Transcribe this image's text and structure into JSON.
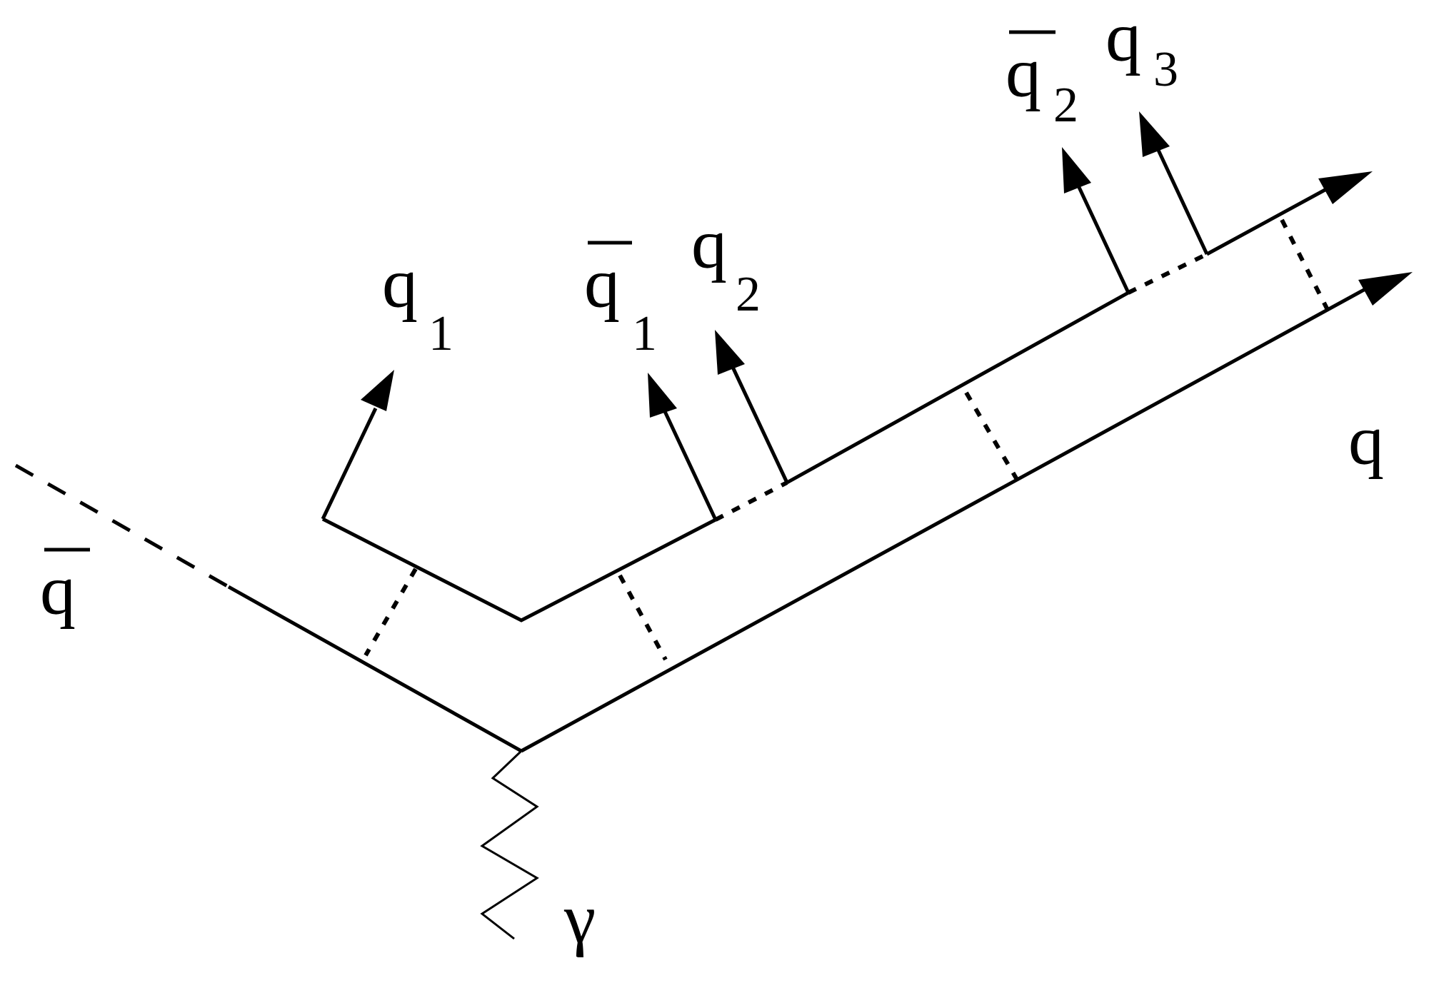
{
  "labels": {
    "qbar": "q",
    "q": "q",
    "q1": "q",
    "q1_sub": "1",
    "q1bar": "q",
    "q1bar_sub": "1",
    "q2": "q",
    "q2_sub": "2",
    "q2bar": "q",
    "q2bar_sub": "2",
    "q3": "q",
    "q3_sub": "3",
    "gamma": "γ"
  }
}
